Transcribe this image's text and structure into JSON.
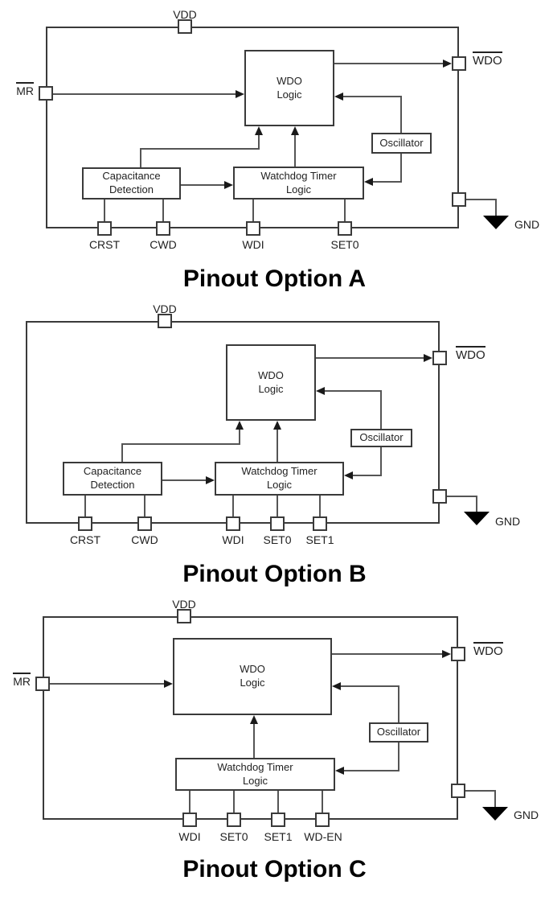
{
  "colors": {
    "background": "#ffffff",
    "wire": "#555555",
    "block_border": "#3a3a3a",
    "arrowhead": "#1a1a1a",
    "text": "#222222",
    "title": "#000000"
  },
  "diagrams": [
    {
      "id": "A",
      "title": "Pinout Option A",
      "blocks": {
        "wdo_logic": "WDO\nLogic",
        "oscillator": "Oscillator",
        "capacitance_detection": "Capacitance\nDetection",
        "watchdog_timer_logic": "Watchdog Timer\nLogic"
      },
      "pins": {
        "vdd": "VDD",
        "mr": "MR",
        "wdo": "WDO",
        "gnd": "GND",
        "bottom": [
          "CRST",
          "CWD",
          "WDI",
          "SET0"
        ]
      }
    },
    {
      "id": "B",
      "title": "Pinout Option B",
      "blocks": {
        "wdo_logic": "WDO\nLogic",
        "oscillator": "Oscillator",
        "capacitance_detection": "Capacitance\nDetection",
        "watchdog_timer_logic": "Watchdog Timer\nLogic"
      },
      "pins": {
        "vdd": "VDD",
        "wdo": "WDO",
        "gnd": "GND",
        "bottom": [
          "CRST",
          "CWD",
          "WDI",
          "SET0",
          "SET1"
        ]
      }
    },
    {
      "id": "C",
      "title": "Pinout Option C",
      "blocks": {
        "wdo_logic": "WDO\nLogic",
        "oscillator": "Oscillator",
        "watchdog_timer_logic": "Watchdog Timer\nLogic"
      },
      "pins": {
        "vdd": "VDD",
        "mr": "MR",
        "wdo": "WDO",
        "gnd": "GND",
        "bottom": [
          "WDI",
          "SET0",
          "SET1",
          "WD-EN"
        ]
      }
    }
  ]
}
